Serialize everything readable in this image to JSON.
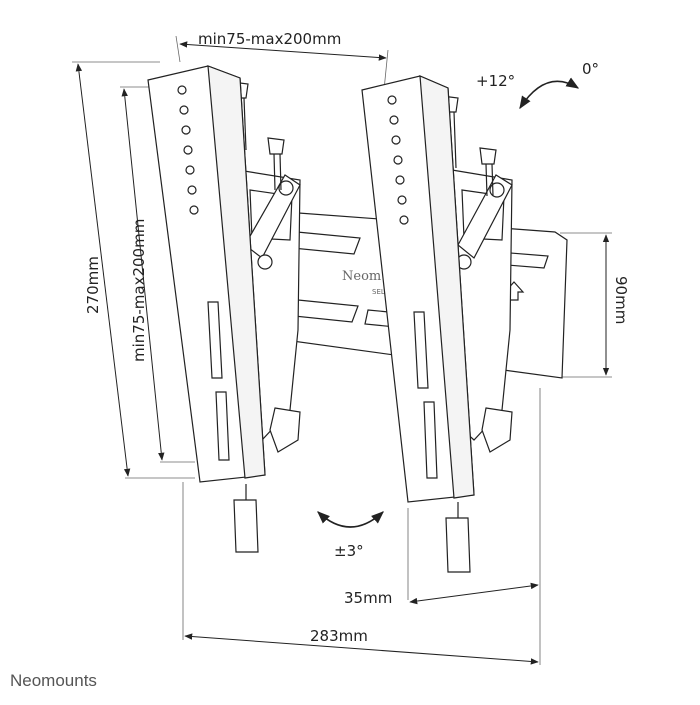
{
  "labels": {
    "width_range": "min75-max200mm",
    "height_range": "min75-max200mm",
    "total_height": "270mm",
    "plate_height": "90mm",
    "tilt_forward": "+12°",
    "tilt_zero": "0°",
    "swivel": "±3°",
    "depth": "35mm",
    "width": "283mm"
  },
  "plate_text": {
    "brand": "Neom",
    "sub": "SELE"
  },
  "footer": {
    "brand": "Neomounts"
  }
}
